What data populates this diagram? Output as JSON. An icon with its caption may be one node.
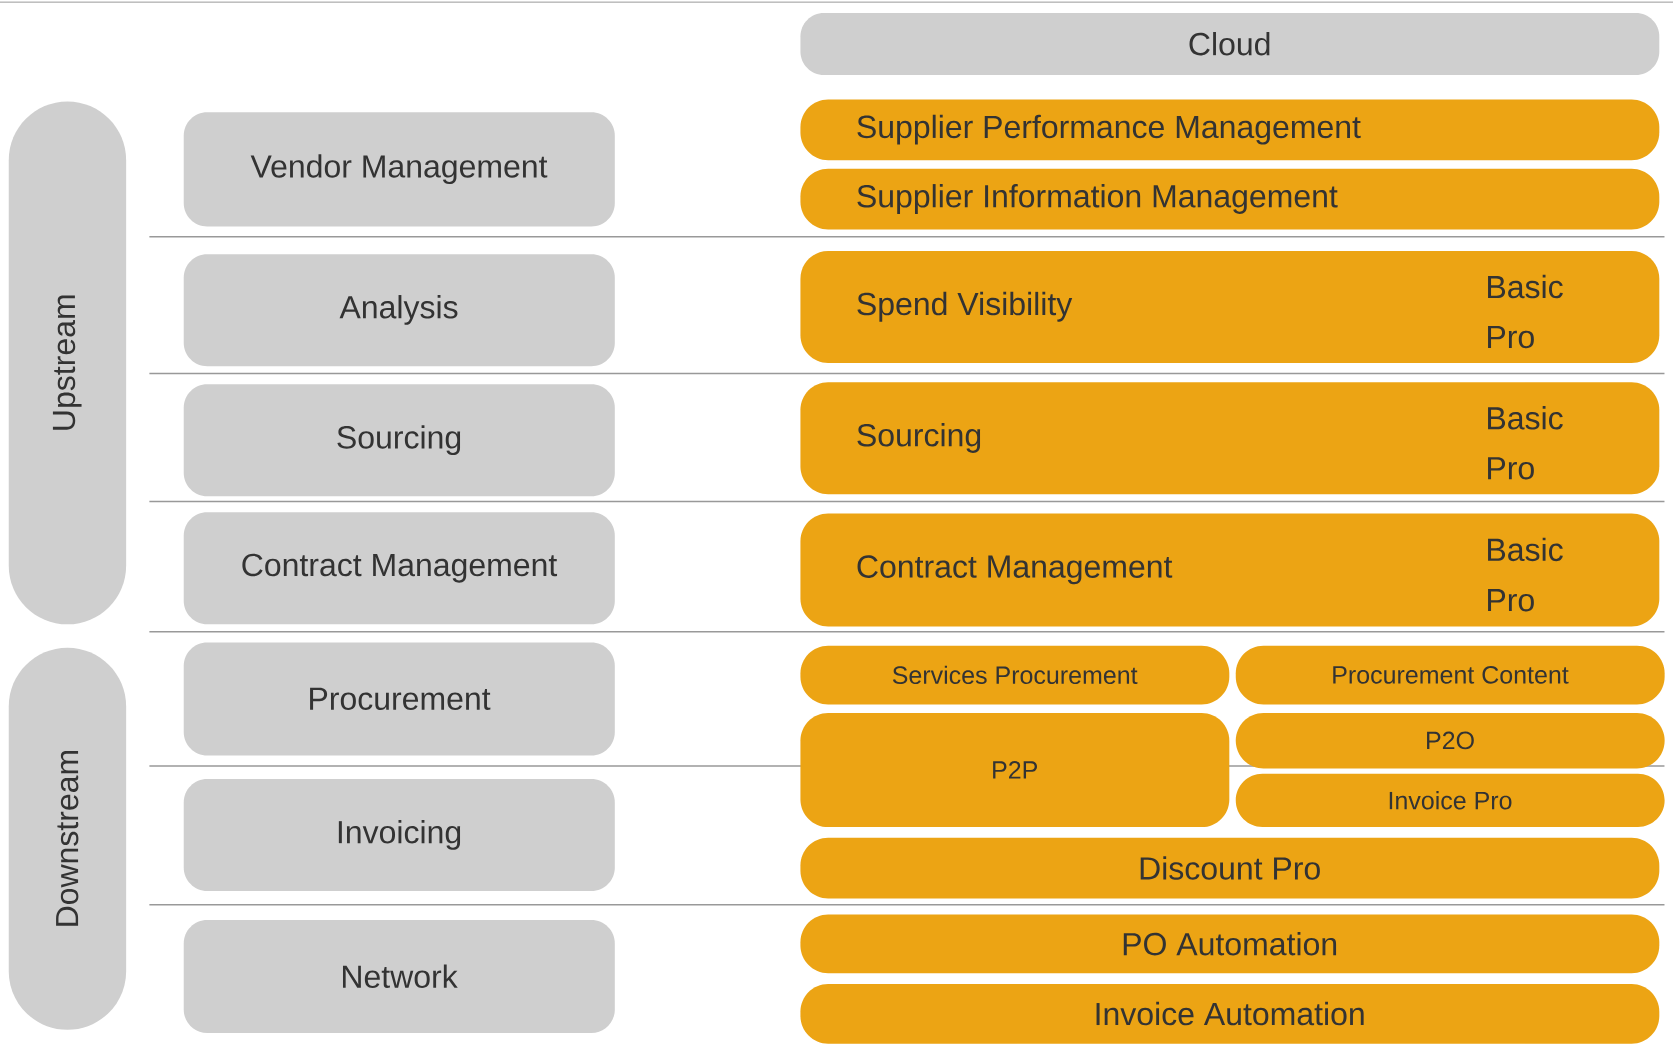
{
  "diagram": {
    "nodes": [
      {
        "text": [
          "Cloud"
        ]
      },
      {
        "text": [
          "Upstream"
        ]
      },
      {
        "text": [
          "Downstream"
        ]
      },
      {
        "text": [
          "Vendor Management"
        ]
      },
      {
        "text": [
          "Analysis"
        ]
      },
      {
        "text": [
          "Sourcing"
        ]
      },
      {
        "text": [
          "Contract Management"
        ]
      },
      {
        "text": [
          "Procurement"
        ]
      },
      {
        "text": [
          "Invoicing"
        ]
      },
      {
        "text": [
          "Network"
        ]
      },
      {
        "text": [
          "Supplier Performance Management"
        ]
      },
      {
        "text": [
          "Supplier Information Management"
        ]
      },
      {
        "text": [
          "Spend Visibility",
          "Basic",
          "Pro"
        ]
      },
      {
        "text": [
          "Sourcing",
          "Basic",
          "Pro"
        ]
      },
      {
        "text": [
          "Contract Management",
          "Basic",
          "Pro"
        ]
      },
      {
        "text": [
          "Services Procurement"
        ]
      },
      {
        "text": [
          "Procurement Content"
        ]
      },
      {
        "text": [
          "P2P"
        ]
      },
      {
        "text": [
          "P2O"
        ]
      },
      {
        "text": [
          "Invoice Pro"
        ]
      },
      {
        "text": [
          "Discount Pro"
        ]
      },
      {
        "text": [
          "PO Automation"
        ]
      },
      {
        "text": [
          "Invoice Automation"
        ]
      }
    ]
  }
}
